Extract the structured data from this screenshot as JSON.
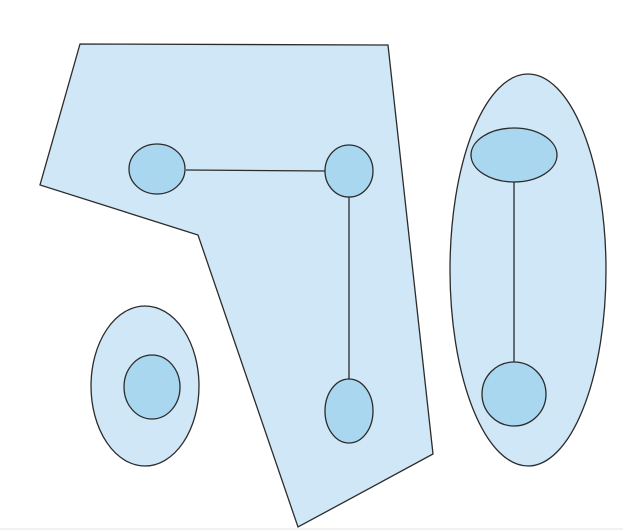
{
  "diagram": {
    "type": "cluster-graph",
    "colors": {
      "region_fill": "#cfe7f6",
      "node_fill": "#a9d7ef",
      "stroke": "#2b2b2b",
      "background": "#ffffff"
    },
    "regions": [
      {
        "id": "polygon-region",
        "shape": "polygon",
        "nodes": [
          "node-a",
          "node-b",
          "node-c"
        ]
      },
      {
        "id": "left-oval-region",
        "shape": "ellipse",
        "nodes": [
          "node-d"
        ]
      },
      {
        "id": "right-oval-region",
        "shape": "ellipse",
        "nodes": [
          "node-e",
          "node-f"
        ]
      }
    ],
    "nodes": [
      "node-a",
      "node-b",
      "node-c",
      "node-d",
      "node-e",
      "node-f"
    ],
    "edges": [
      {
        "from": "node-a",
        "to": "node-b"
      },
      {
        "from": "node-b",
        "to": "node-c"
      },
      {
        "from": "node-e",
        "to": "node-f"
      }
    ]
  }
}
